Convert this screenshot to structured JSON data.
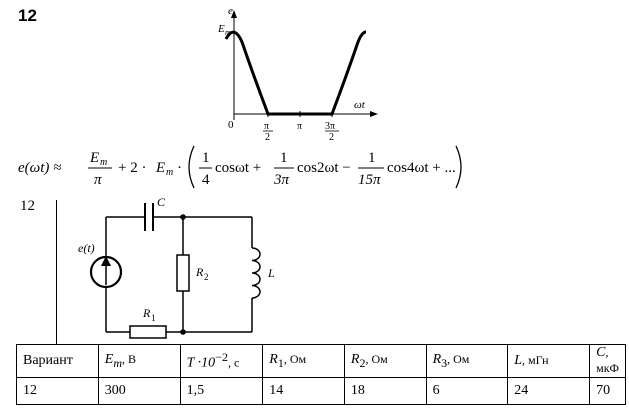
{
  "problem_number": "12",
  "graph": {
    "y_axis_label": "e",
    "amplitude_label": "E",
    "amplitude_sub": "m",
    "x_axis_label": "ωt",
    "tick_labels": [
      "0",
      "π",
      "π",
      "2",
      "3π",
      "2"
    ]
  },
  "formula": {
    "lhs": "e(ωt) ≈",
    "em": "E",
    "em_sub": "m",
    "pi": "π",
    "plus_two": "+ 2 ·",
    "em2": "E",
    "em2_sub": "m",
    "dot": "·",
    "one1": "1",
    "den1": "4",
    "term1": "cosωt +",
    "one2": "1",
    "den2": "3π",
    "term2": "cos2ωt −",
    "one3": "1",
    "den3": "15π",
    "term3": "cos4ωt + ..."
  },
  "circuit": {
    "number": "12",
    "source_label": "e(t)",
    "c_label": "C",
    "r2_label": "R",
    "r2_sub": "2",
    "l_label": "L",
    "r1_label": "R",
    "r1_sub": "1"
  },
  "table": {
    "headers": [
      {
        "main": "Вариант",
        "sub": "",
        "unit": ""
      },
      {
        "main": "E",
        "sub": "m",
        "unit": ", В"
      },
      {
        "main": "T ·10",
        "sup": "−2",
        "unit": ", с"
      },
      {
        "main": "R",
        "sub": "1",
        "unit": ", Ом"
      },
      {
        "main": "R",
        "sub": "2",
        "unit": ", Ом"
      },
      {
        "main": "R",
        "sub": "3",
        "unit": ", Ом"
      },
      {
        "main": "L",
        "sub": "",
        "unit": ", мГн"
      },
      {
        "main": "C",
        "sub": "",
        "unit": ", мкФ"
      }
    ],
    "row": [
      "12",
      "300",
      "1,5",
      "14",
      "18",
      "6",
      "24",
      "70"
    ]
  }
}
